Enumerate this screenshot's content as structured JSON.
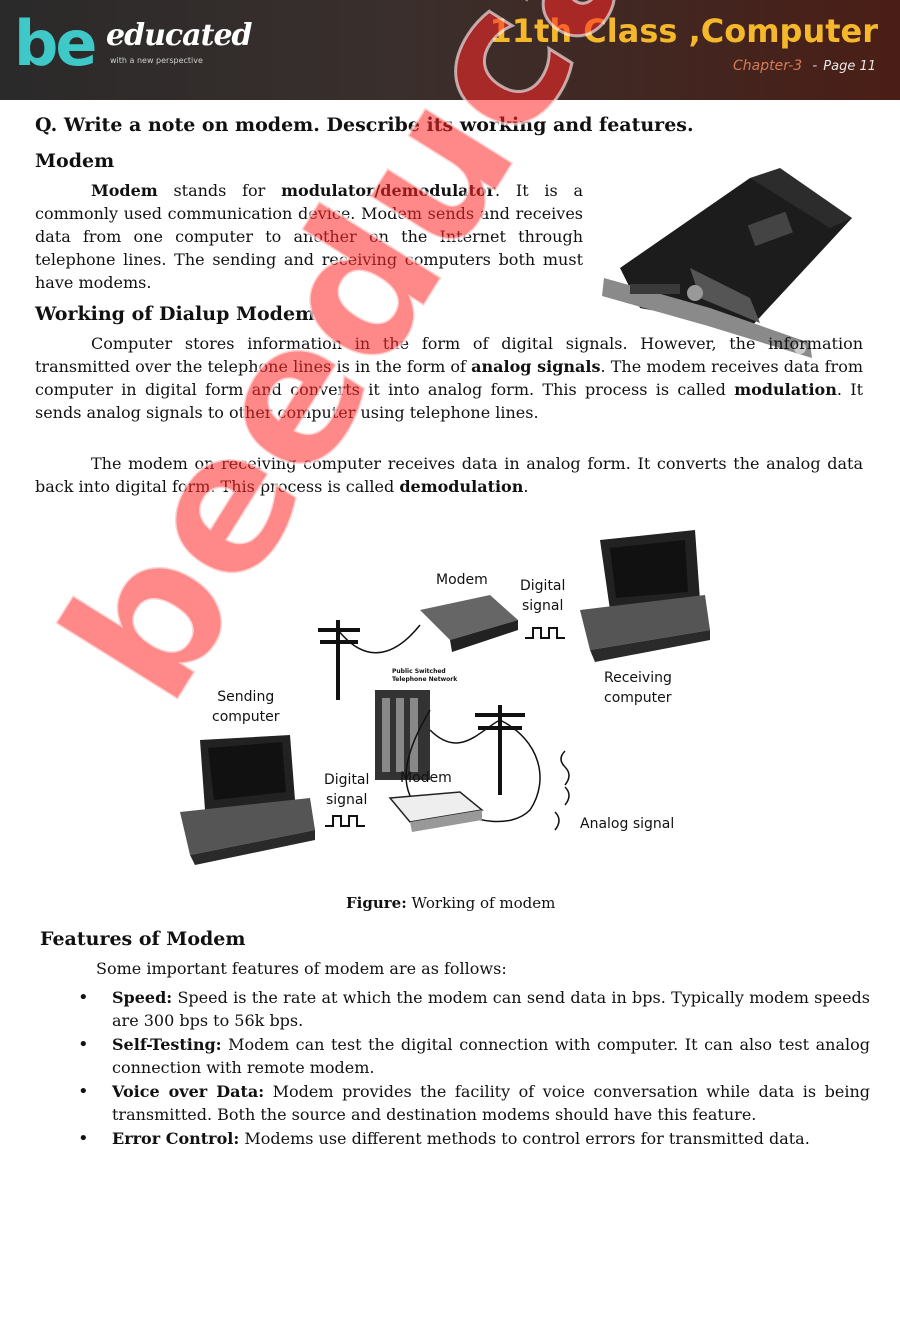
{
  "header": {
    "logo_be": "be",
    "logo_educated": "educated",
    "logo_tagline": "with a new perspective",
    "title": "11th Class ,Computer",
    "chapter": "Chapter-3",
    "separator": "-",
    "page": "Page 11"
  },
  "question": "Q. Write a note on modem. Describe its working and features.",
  "modem_section": {
    "heading": "Modem",
    "term": "Modem",
    "text1": " stands for ",
    "expansion": "modulator/demodulator",
    "text2": ". It is a commonly used communication device. Modem sends and receives data from one computer to another on the Internet through telephone lines. The sending and receiving computers both must have modems."
  },
  "dialup_section": {
    "heading": "Working of Dialup Modem",
    "p1_a": "Computer stores information in the form of digital signals. However, the information transmitted over the telephone lines is in the form of ",
    "p1_b1": "analog signals",
    "p1_c": ". The modem receives data from computer in digital form and converts it into analog form. This process is called ",
    "p1_b2": "modulation",
    "p1_d": ". It sends analog signals to other computer using telephone lines.",
    "p2_a": "The modem on receiving computer receives data in analog form. It converts the analog data back into digital form. This process is called ",
    "p2_b": "demodulation",
    "p2_c": "."
  },
  "figure": {
    "label_modem_top": "Modem",
    "label_digital_top_1": "Digital",
    "label_digital_top_2": "signal",
    "label_receiving_1": "Receiving",
    "label_receiving_2": "computer",
    "label_pstn_1": "Public Switched",
    "label_pstn_2": "Telephone Network",
    "label_sending_1": "Sending",
    "label_sending_2": "computer",
    "label_digital_bottom_1": "Digital",
    "label_digital_bottom_2": "signal",
    "label_modem_bottom": "Modem",
    "label_analog": "Analog signal",
    "caption_bold": "Figure:",
    "caption_text": " Working of modem"
  },
  "features": {
    "heading": "Features of Modem",
    "intro": "Some important features of modem are as follows:",
    "items": [
      {
        "title": "Speed:",
        "text": " Speed is the rate at which the modem can send data in bps. Typically modem speeds are 300 bps to 56k bps."
      },
      {
        "title": "Self-Testing:",
        "text": " Modem can test the digital connection with computer. It can also test analog connection with remote modem."
      },
      {
        "title": "Voice over Data:",
        "text": " Modem provides the facility of voice conversation while data is being transmitted. Both the source and destination modems should have this feature."
      },
      {
        "title": "Error Control:",
        "text": " Modems use different methods to control errors for transmitted data."
      }
    ]
  },
  "watermark": "beeducated.pk"
}
